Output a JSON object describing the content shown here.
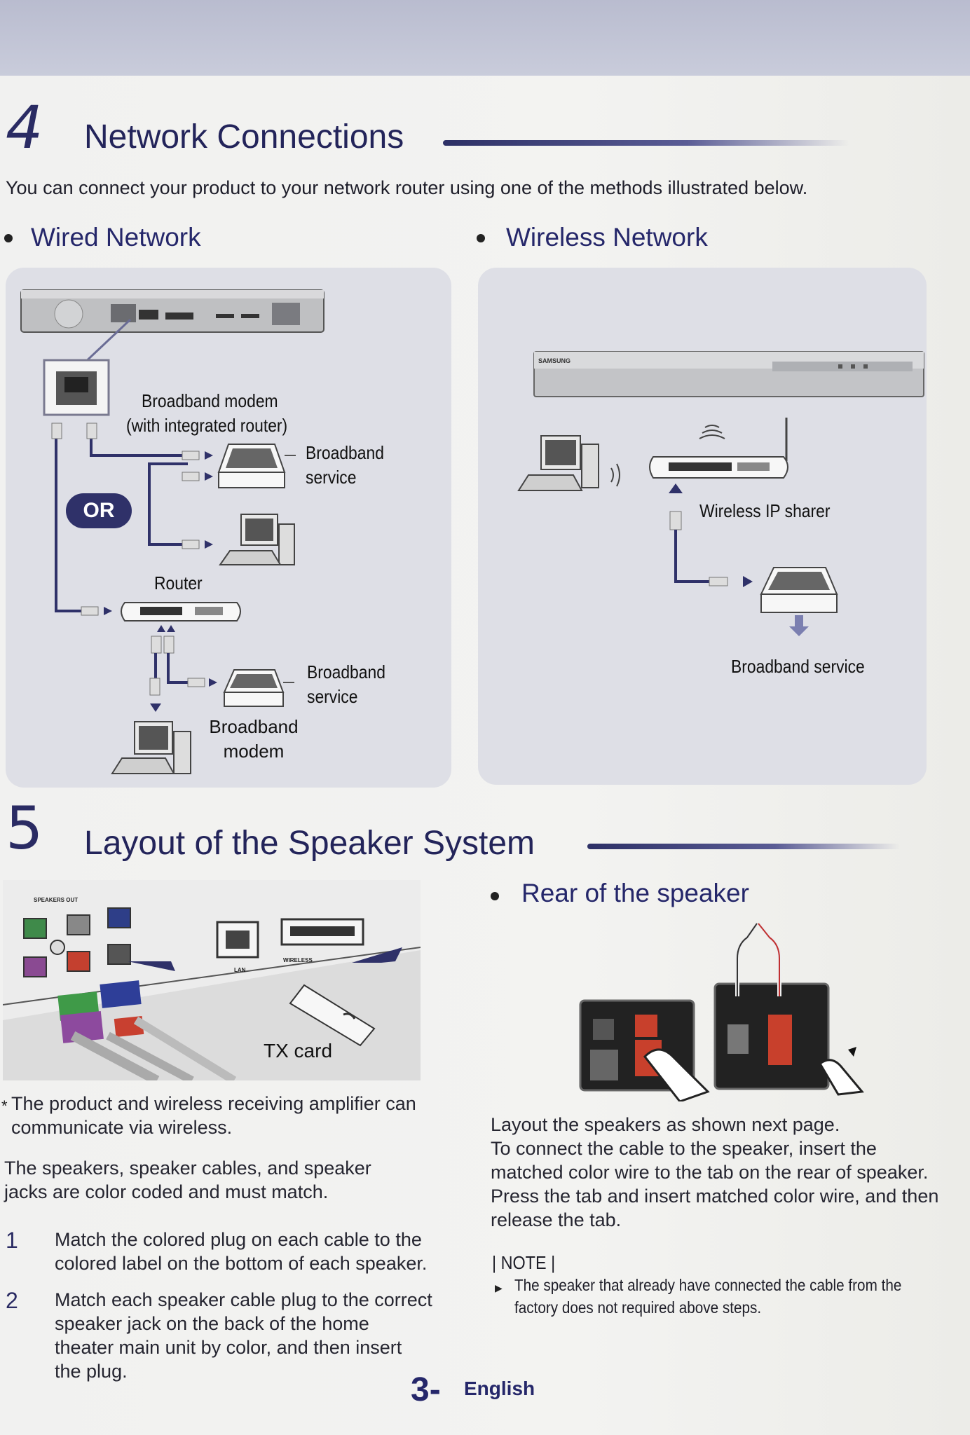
{
  "section4": {
    "number": "4",
    "title": "Network Connections",
    "intro": "You can connect your product to your network router using one of the methods illustrated below.",
    "wired": {
      "heading": "Wired Network",
      "modem_label_line1": "Broadband modem",
      "modem_label_line2": "(with integrated router)",
      "or_label": "OR",
      "service_line1": "Broadband",
      "service_line2": "service",
      "router_label": "Router",
      "service2_line1": "Broadband",
      "service2_line2": "service",
      "modem2_line1": "Broadband",
      "modem2_line2": "modem"
    },
    "wireless": {
      "heading": "Wireless Network",
      "device_brand": "SAMSUNG",
      "sharer_label": "Wireless IP sharer",
      "service_label": "Broadband service"
    }
  },
  "section5": {
    "number": "5",
    "title": "Layout of the Speaker System",
    "panel_labels": {
      "speakers_out": "SPEAKERS OUT",
      "lan": "LAN",
      "wireless": "WIRELESS"
    },
    "tx_card_label": "TX card",
    "note_star": "The product and wireless receiving amplifier can communicate via wireless.",
    "color_coded": "The speakers, speaker cables, and speaker jacks are color coded and must match.",
    "steps": [
      {
        "num": "1",
        "text": "Match the colored plug on each cable to the colored label on the bottom of each speaker."
      },
      {
        "num": "2",
        "text": "Match each speaker cable plug to the correct speaker jack on the back of the home theater main unit by color, and then insert the plug."
      }
    ],
    "rear_heading": "Rear of the speaker",
    "rear_text": "Layout the speakers as shown next page.\nTo connect the cable to the speaker, insert the matched color wire to the tab on the rear of speaker.\nPress the tab and insert matched color wire, and then release the tab.",
    "note_label": "| NOTE |",
    "note_text": "The speaker that already have connected the cable from the factory does not required above steps."
  },
  "footer": {
    "page_number": "3-",
    "language": "English"
  }
}
